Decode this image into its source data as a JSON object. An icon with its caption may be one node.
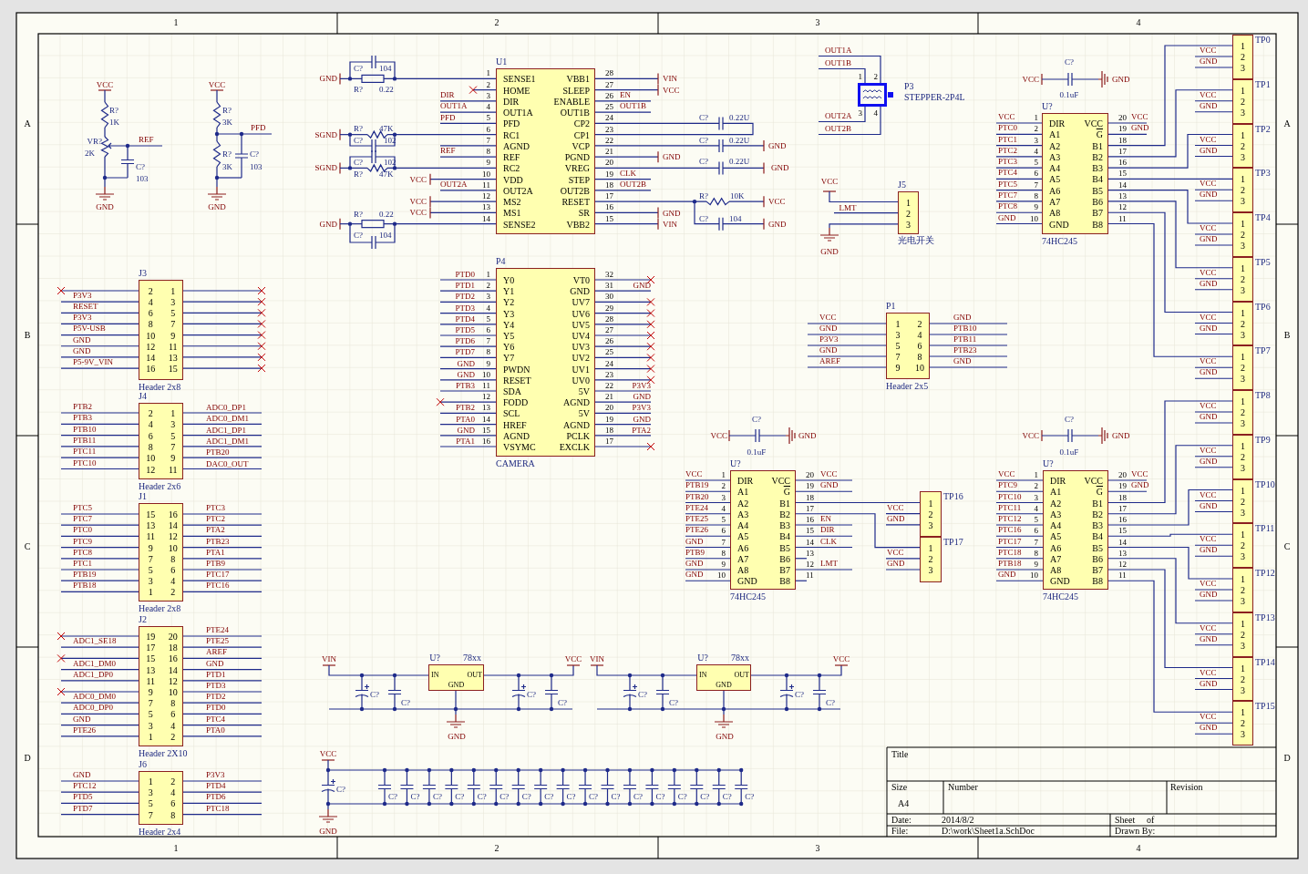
{
  "diagram": {
    "nodes": [
      {
        "text": [
          "2",
          "1",
          "4",
          "3",
          "6",
          "5",
          "8",
          "7",
          "10",
          "9",
          "12",
          "11",
          "14",
          "13",
          "16",
          "15"
        ],
        "beside": [
          "J3",
          "Header 2x8",
          "P3V3",
          "RESET",
          "P3V3",
          "P5V-USB",
          "GND",
          "GND",
          "P5-9V_VIN"
        ]
      },
      {
        "text": [
          "2",
          "1",
          "4",
          "3",
          "6",
          "5",
          "8",
          "7",
          "10",
          "9",
          "12",
          "11"
        ],
        "beside": [
          "J4",
          "Header 2x6",
          "PTB2",
          "PTB3",
          "PTB10",
          "PTB11",
          "PTC11",
          "PTC10",
          "ADC0_DP1",
          "ADC0_DM1",
          "ADC1_DP1",
          "ADC1_DM1",
          "PTB20",
          "DAC0_OUT"
        ]
      },
      {
        "text": [
          "15",
          "16",
          "13",
          "14",
          "11",
          "12",
          "9",
          "10",
          "7",
          "8",
          "5",
          "6",
          "3",
          "4",
          "1",
          "2"
        ],
        "beside": [
          "J1",
          "Header 2x8",
          "PTC5",
          "PTC7",
          "PTC0",
          "PTC9",
          "PTC8",
          "PTC1",
          "PTB19",
          "PTB18",
          "PTC3",
          "PTC2",
          "PTA2",
          "PTB23",
          "PTA1",
          "PTB9",
          "PTC17",
          "PTC16"
        ]
      },
      {
        "text": [
          "19",
          "20",
          "17",
          "18",
          "15",
          "16",
          "13",
          "14",
          "11",
          "12",
          "9",
          "10",
          "7",
          "8",
          "5",
          "6",
          "3",
          "4",
          "1",
          "2"
        ],
        "beside": [
          "J2",
          "Header 2X10",
          "ADC1_SE18",
          "ADC1_DM0",
          "ADC1_DP0",
          "ADC0_DM0",
          "ADC0_DP0",
          "GND",
          "PTE26",
          "PTE24",
          "PTE25",
          "AREF",
          "GND",
          "PTD1",
          "PTD3",
          "PTD2",
          "PTD0",
          "PTC4",
          "PTA0"
        ]
      },
      {
        "text": [
          "1",
          "2",
          "3",
          "4",
          "5",
          "6",
          "7",
          "8"
        ],
        "beside": [
          "J6",
          "Header 2x4",
          "GND",
          "PTC12",
          "PTD5",
          "PTD7",
          "P3V3",
          "PTD4",
          "PTD6",
          "PTC18"
        ]
      },
      {
        "text": [
          "SENSE1",
          "VBB1",
          "HOME",
          "SLEEP",
          "DIR",
          "ENABLE",
          "OUT1A",
          "OUT1B",
          "PFD",
          "CP2",
          "RC1",
          "CP1",
          "AGND",
          "VCP",
          "REF",
          "PGND",
          "RC2",
          "VREG",
          "VDD",
          "STEP",
          "OUT2A",
          "OUT2B",
          "MS2",
          "RESET",
          "MS1",
          "SR",
          "SENSE2",
          "VBB2"
        ],
        "beside": [
          "U1",
          "SGND",
          "SGND",
          "DIR",
          "OUT1A",
          "PFD",
          "REF",
          "VCC",
          "OUT2A",
          "VCC",
          "VCC",
          "EN",
          "OUT1B",
          "CLK",
          "OUT2B",
          "VIN",
          "VCC",
          "GND",
          "GND",
          "VIN",
          "GND",
          "GND",
          "VCC",
          "GND"
        ]
      },
      {
        "text": [
          "Y0",
          "VT0",
          "Y1",
          "GND",
          "Y2",
          "UV7",
          "Y3",
          "UV6",
          "Y4",
          "UV5",
          "Y5",
          "UV4",
          "Y6",
          "UV3",
          "Y7",
          "UV2",
          "PWDN",
          "UV1",
          "RESET",
          "UV0",
          "SDA",
          "5V",
          "FODD",
          "AGND",
          "SCL",
          "5V",
          "HREF",
          "AGND",
          "AGND",
          "PCLK",
          "VSYMC",
          "EXCLK"
        ],
        "beside": [
          "P4",
          "CAMERA",
          "PTD0",
          "PTD1",
          "PTD2",
          "PTD3",
          "PTD4",
          "PTD5",
          "PTD6",
          "PTD7",
          "GND",
          "GND",
          "PTB3",
          "PTB2",
          "PTA0",
          "GND",
          "PTA1",
          "P3V3",
          "GND",
          "P3V3",
          "GND",
          "PTA2"
        ]
      },
      {
        "text": [],
        "shape": "box",
        "beside": [
          "P3",
          "STEPPER-2P4L",
          "OUT1A",
          "OUT1B",
          "OUT2A",
          "OUT2B"
        ]
      },
      {
        "text": [
          "1",
          "2",
          "3"
        ],
        "beside": [
          "J5",
          "光电开关",
          "VCC",
          "LMT"
        ]
      },
      {
        "text": [
          "1",
          "2",
          "3",
          "4",
          "5",
          "6",
          "7",
          "8",
          "9",
          "10"
        ],
        "beside": [
          "P1",
          "Header 2x5",
          "VCC",
          "GND",
          "P3V3",
          "GND",
          "AREF",
          "GND",
          "PTB10",
          "PTB11",
          "PTB23",
          "GND"
        ]
      },
      {
        "text": [
          "DIR",
          "VCC",
          "A1",
          "G",
          "A2",
          "B1",
          "A3",
          "B2",
          "A4",
          "B3",
          "A5",
          "B4",
          "A6",
          "B5",
          "A7",
          "B6",
          "A8",
          "B7",
          "GND",
          "B8"
        ],
        "beside": [
          "U?",
          "74HC245",
          "VCC",
          "PTC0",
          "PTC1",
          "PTC2",
          "PTC3",
          "PTC4",
          "PTC5",
          "PTC7",
          "PTC8",
          "GND",
          "VCC",
          "GND"
        ]
      },
      {
        "text": [
          "1",
          "2",
          "3"
        ],
        "beside": [
          "TP0",
          "VCC",
          "GND"
        ]
      },
      {
        "text": [
          "1",
          "2",
          "3"
        ],
        "beside": [
          "TP1",
          "VCC",
          "GND"
        ]
      },
      {
        "text": [
          "1",
          "2",
          "3"
        ],
        "beside": [
          "TP2",
          "VCC",
          "GND"
        ]
      },
      {
        "text": [
          "1",
          "2",
          "3"
        ],
        "beside": [
          "TP3",
          "VCC",
          "GND"
        ]
      },
      {
        "text": [
          "1",
          "2",
          "3"
        ],
        "beside": [
          "TP4",
          "VCC",
          "GND"
        ]
      },
      {
        "text": [
          "1",
          "2",
          "3"
        ],
        "beside": [
          "TP5",
          "VCC",
          "GND"
        ]
      },
      {
        "text": [
          "1",
          "2",
          "3"
        ],
        "beside": [
          "TP6",
          "VCC",
          "GND"
        ]
      },
      {
        "text": [
          "1",
          "2",
          "3"
        ],
        "beside": [
          "TP7",
          "VCC",
          "GND"
        ]
      },
      {
        "text": [
          "1",
          "2",
          "3"
        ],
        "beside": [
          "TP8",
          "VCC",
          "GND"
        ]
      },
      {
        "text": [
          "1",
          "2",
          "3"
        ],
        "beside": [
          "TP9",
          "VCC",
          "GND"
        ]
      },
      {
        "text": [
          "1",
          "2",
          "3"
        ],
        "beside": [
          "TP10",
          "VCC",
          "GND"
        ]
      },
      {
        "text": [
          "1",
          "2",
          "3"
        ],
        "beside": [
          "TP11",
          "VCC",
          "GND"
        ]
      },
      {
        "text": [
          "1",
          "2",
          "3"
        ],
        "beside": [
          "TP12",
          "VCC",
          "GND"
        ]
      },
      {
        "text": [
          "1",
          "2",
          "3"
        ],
        "beside": [
          "TP13",
          "VCC",
          "GND"
        ]
      },
      {
        "text": [
          "1",
          "2",
          "3"
        ],
        "beside": [
          "TP14",
          "VCC",
          "GND"
        ]
      },
      {
        "text": [
          "1",
          "2",
          "3"
        ],
        "beside": [
          "TP15",
          "VCC",
          "GND"
        ]
      },
      {
        "text": [
          "DIR",
          "VCC",
          "A1",
          "G",
          "A2",
          "B1",
          "A3",
          "B2",
          "A4",
          "B3",
          "A5",
          "B4",
          "A6",
          "B5",
          "A7",
          "B6",
          "A8",
          "B7",
          "GND",
          "B8"
        ],
        "beside": [
          "U?",
          "74HC245",
          "VCC",
          "PTB19",
          "PTB20",
          "PTE24",
          "PTE25",
          "PTE26",
          "GND",
          "PTB9",
          "GND",
          "GND",
          "VCC",
          "GND",
          "EN",
          "DIR",
          "CLK",
          "LMT"
        ]
      },
      {
        "text": [
          "1",
          "2",
          "3"
        ],
        "beside": [
          "TP16",
          "VCC",
          "GND"
        ]
      },
      {
        "text": [
          "1",
          "2",
          "3"
        ],
        "beside": [
          "TP17",
          "VCC",
          "GND"
        ]
      },
      {
        "text": [
          "DIR",
          "VCC",
          "A1",
          "G",
          "A2",
          "B1",
          "A3",
          "B2",
          "A4",
          "B3",
          "A5",
          "B4",
          "A6",
          "B5",
          "A7",
          "B6",
          "A8",
          "B7",
          "GND",
          "B8"
        ],
        "beside": [
          "U?",
          "74HC245",
          "VCC",
          "PTC9",
          "PTC10",
          "PTC11",
          "PTC12",
          "PTC16",
          "PTC17",
          "PTC18",
          "PTB18",
          "GND",
          "VCC",
          "GND"
        ]
      },
      {
        "text": [
          "IN",
          "OUT",
          "GND"
        ],
        "beside": [
          "U?",
          "78xx"
        ]
      },
      {
        "text": [
          "IN",
          "OUT",
          "GND"
        ],
        "beside": [
          "U?",
          "78xx"
        ]
      }
    ],
    "edges": [
      {
        "from": 10,
        "to": 11,
        "arrow": "none"
      },
      {
        "from": 10,
        "to": 12,
        "arrow": "none"
      },
      {
        "from": 10,
        "to": 13,
        "arrow": "none"
      },
      {
        "from": 10,
        "to": 14,
        "arrow": "none"
      },
      {
        "from": 10,
        "to": 15,
        "arrow": "none"
      },
      {
        "from": 10,
        "to": 16,
        "arrow": "none"
      },
      {
        "from": 10,
        "to": 17,
        "arrow": "none"
      },
      {
        "from": 10,
        "to": 18,
        "arrow": "none"
      },
      {
        "from": 30,
        "to": 19,
        "arrow": "none"
      },
      {
        "from": 30,
        "to": 20,
        "arrow": "none"
      },
      {
        "from": 30,
        "to": 21,
        "arrow": "none"
      },
      {
        "from": 30,
        "to": 22,
        "arrow": "none"
      },
      {
        "from": 30,
        "to": 23,
        "arrow": "none"
      },
      {
        "from": 30,
        "to": 24,
        "arrow": "none"
      },
      {
        "from": 30,
        "to": 25,
        "arrow": "none"
      },
      {
        "from": 30,
        "to": 26,
        "arrow": "none"
      },
      {
        "from": 27,
        "to": 28,
        "arrow": "none"
      },
      {
        "from": 27,
        "to": 29,
        "arrow": "none"
      }
    ],
    "labels": [
      "1",
      "2",
      "3",
      "4",
      "1",
      "2",
      "3",
      "4",
      "A",
      "B",
      "C",
      "D",
      "A",
      "B",
      "C",
      "D",
      "VCC",
      "R?",
      "1K",
      "VR?",
      "2K",
      "REF",
      "C?",
      "103",
      "GND",
      "VCC",
      "R?",
      "3K",
      "PFD",
      "R?",
      "3K",
      "C?",
      "103",
      "GND",
      "GND",
      "GND",
      "C?",
      "104",
      "R?",
      "0.22",
      "R?",
      "47K",
      "C?",
      "102",
      "C?",
      "102",
      "R?",
      "47K",
      "R?",
      "0.22",
      "C?",
      "104",
      "1",
      "2",
      "3",
      "4",
      "5",
      "6",
      "7",
      "8",
      "9",
      "10",
      "11",
      "12",
      "13",
      "14",
      "28",
      "27",
      "26",
      "25",
      "24",
      "23",
      "22",
      "21",
      "20",
      "19",
      "18",
      "17",
      "16",
      "15",
      "C?",
      "0.22U",
      "C?",
      "0.22U",
      "C?",
      "0.22U",
      "R?",
      "10K",
      "C?",
      "104",
      "1",
      "2",
      "3",
      "4",
      "5",
      "6",
      "7",
      "8",
      "9",
      "10",
      "11",
      "12",
      "13",
      "14",
      "15",
      "16",
      "32",
      "31",
      "30",
      "29",
      "28",
      "27",
      "26",
      "25",
      "24",
      "23",
      "22",
      "21",
      "20",
      "19",
      "18",
      "17",
      "GND",
      "1",
      "2",
      "3",
      "4",
      "C?",
      "VCC",
      "GND",
      "0.1uF",
      "1",
      "2",
      "3",
      "4",
      "5",
      "6",
      "7",
      "8",
      "9",
      "10",
      "20",
      "19",
      "18",
      "17",
      "16",
      "15",
      "14",
      "13",
      "12",
      "11",
      "GND",
      "C?",
      "VCC",
      "GND",
      "0.1uF",
      "C?",
      "VCC",
      "GND",
      "0.1uF",
      "1",
      "2",
      "3",
      "4",
      "5",
      "6",
      "7",
      "8",
      "9",
      "10",
      "20",
      "19",
      "18",
      "17",
      "16",
      "15",
      "14",
      "13",
      "12",
      "11",
      "1",
      "2",
      "3",
      "4",
      "5",
      "6",
      "7",
      "8",
      "9",
      "10",
      "20",
      "19",
      "18",
      "17",
      "16",
      "15",
      "14",
      "13",
      "12",
      "11",
      "VIN",
      "VCC",
      "C?",
      "C?",
      "GND",
      "C?",
      "C?",
      "VIN",
      "VCC",
      "C?",
      "C?",
      "GND",
      "C?",
      "C?",
      "VCC",
      "C?",
      "C?",
      "C?",
      "C?",
      "C?",
      "C?",
      "C?",
      "C?",
      "C?",
      "C?",
      "C?",
      "C?",
      "C?",
      "C?",
      "C?",
      "C?",
      "C?",
      "C?",
      "GND",
      "Title",
      "Size",
      "Number",
      "Revision",
      "A4",
      "Date:",
      "2014/8/2",
      "Sheet",
      "of",
      "File:",
      "D:\\work\\Sheet1a.SchDoc",
      "Drawn By:"
    ]
  }
}
